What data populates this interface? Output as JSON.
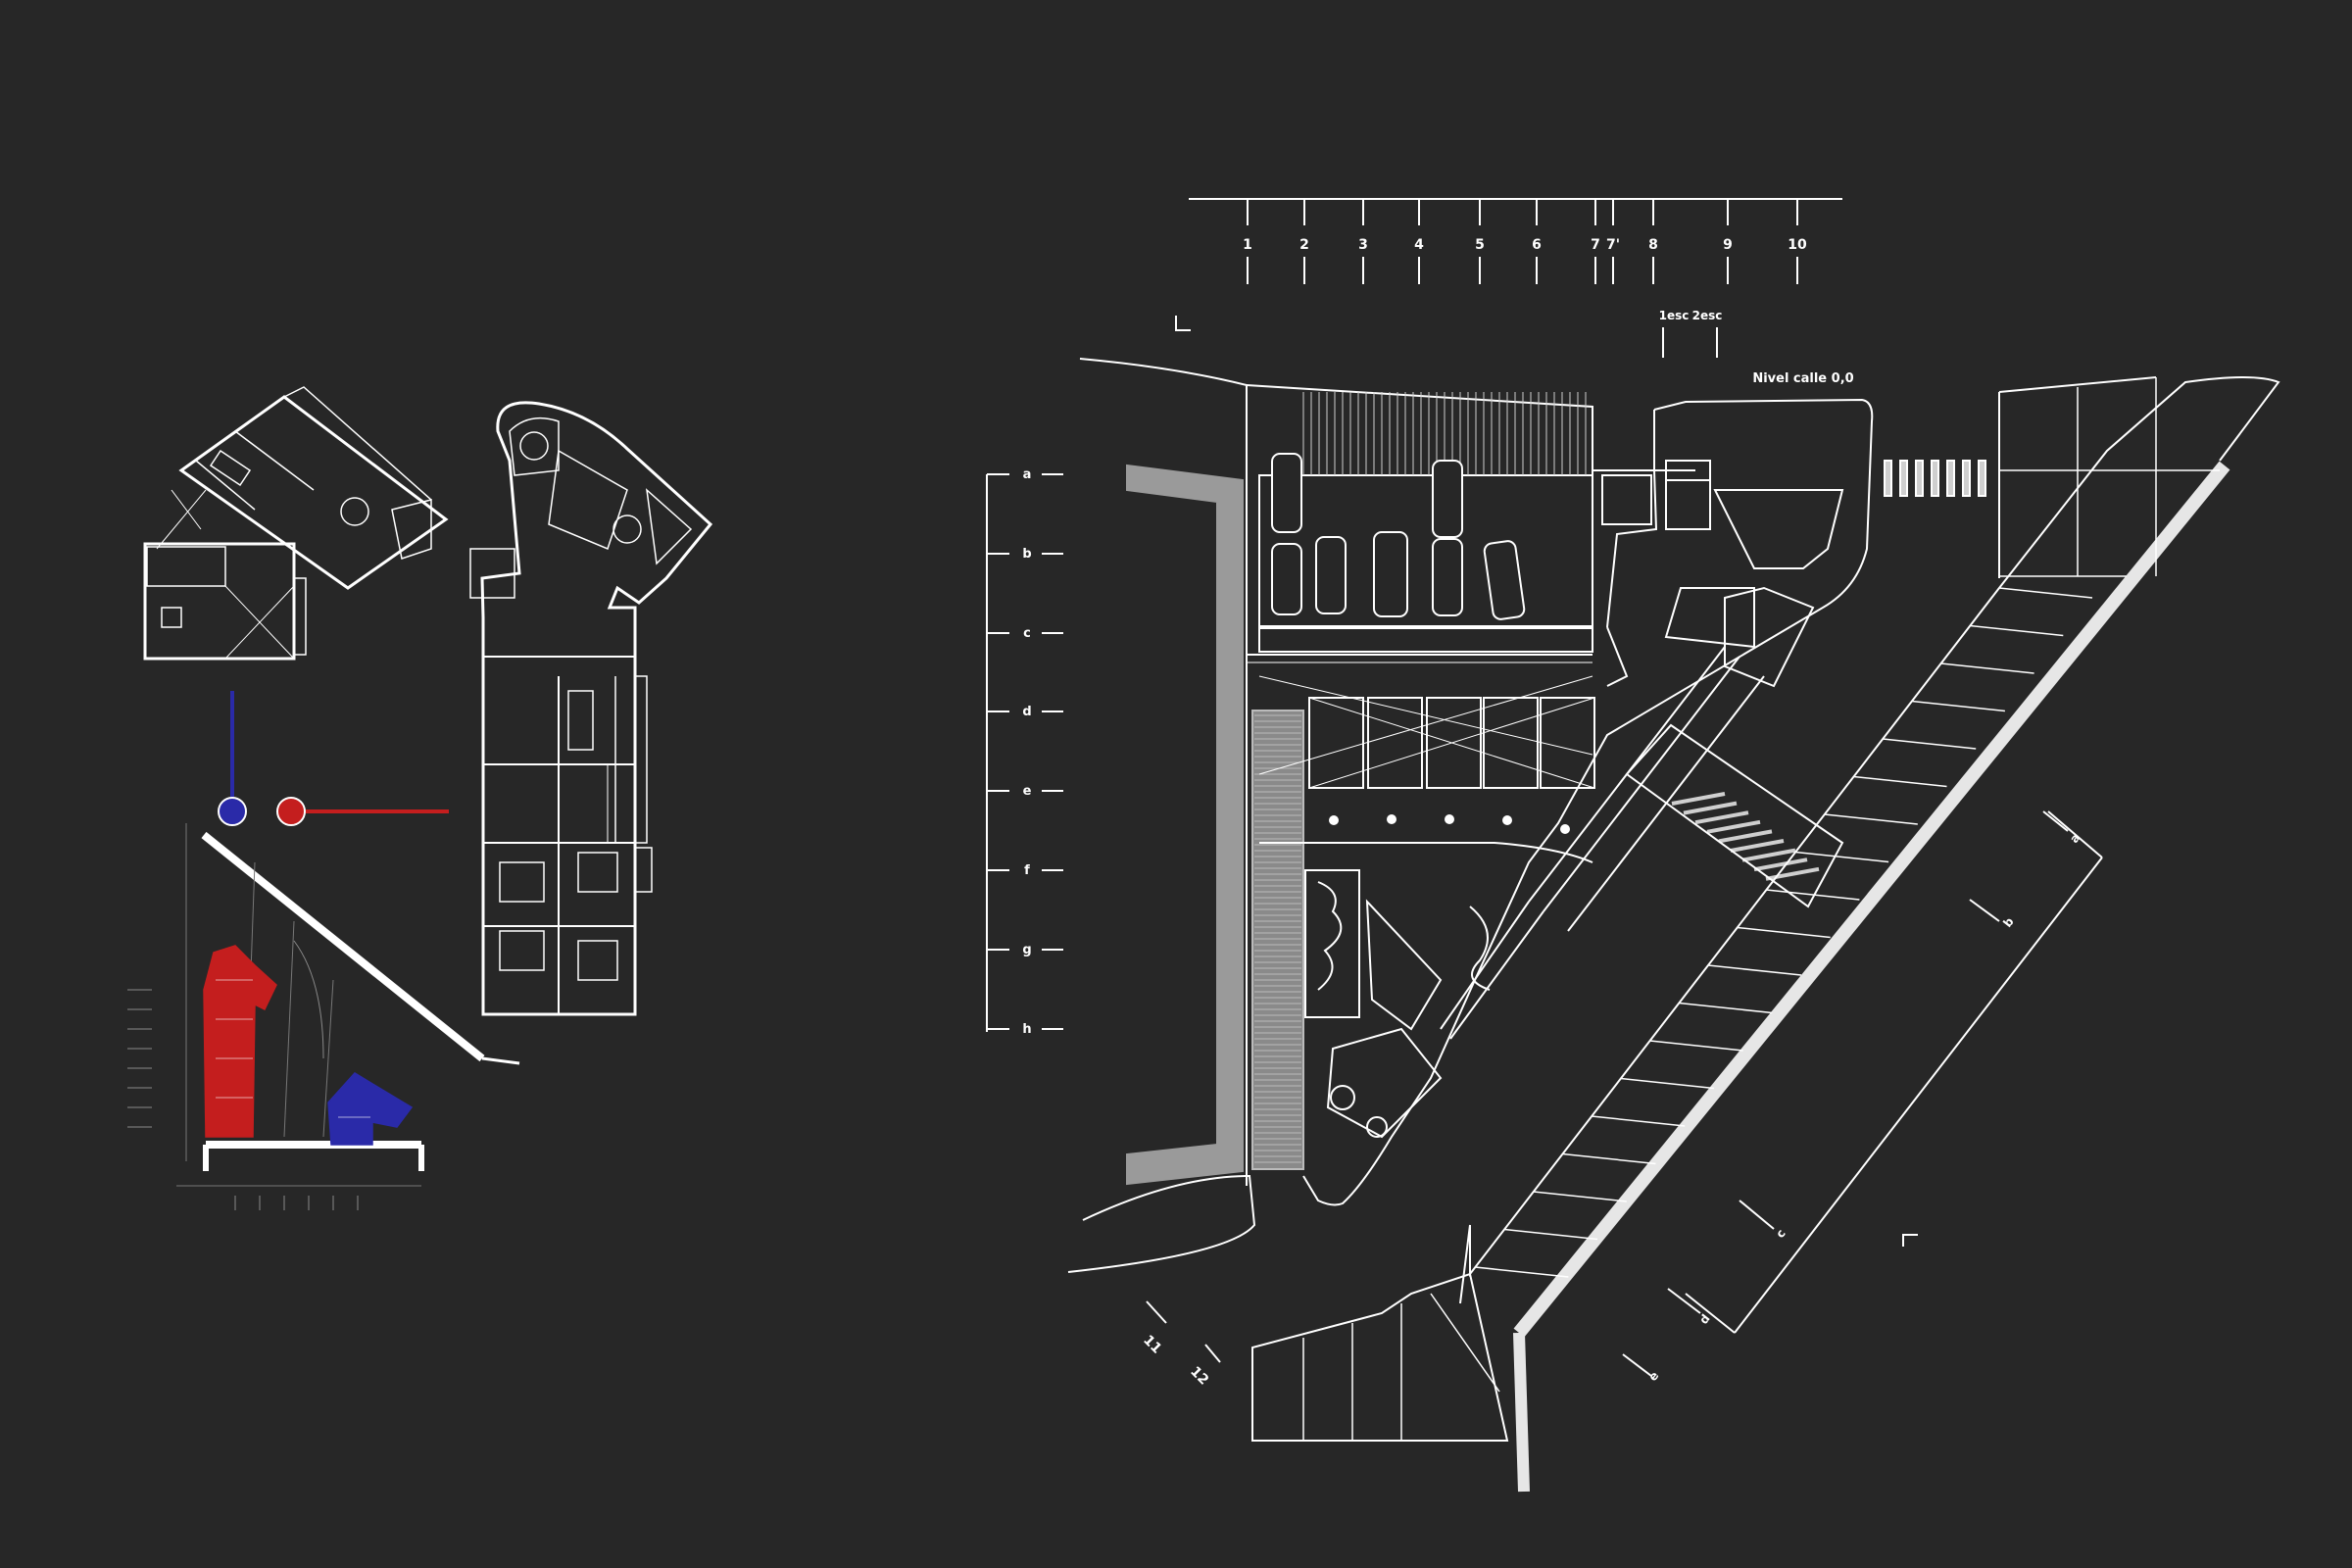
{
  "grid": {
    "columns": [
      "1",
      "2",
      "3",
      "4",
      "5",
      "6",
      "7",
      "7'",
      "8",
      "9",
      "10"
    ],
    "rows": [
      "a",
      "b",
      "c",
      "d",
      "e",
      "f",
      "g",
      "h"
    ],
    "diagonal": [
      "11",
      "12"
    ],
    "diagonal_right": [
      "a",
      "b",
      "c",
      "d",
      "e"
    ]
  },
  "labels": {
    "level": "Nivel calle 0,0",
    "stair_1": "1esc",
    "stair_2": "2esc"
  },
  "markers": {
    "blue": {
      "color": "#2a2aa8",
      "meaning": "blue unit"
    },
    "red": {
      "color": "#c41e1e",
      "meaning": "red unit"
    }
  },
  "colors": {
    "background": "#272727",
    "line": "#ffffff",
    "wall_fill": "#9a9a9a"
  }
}
